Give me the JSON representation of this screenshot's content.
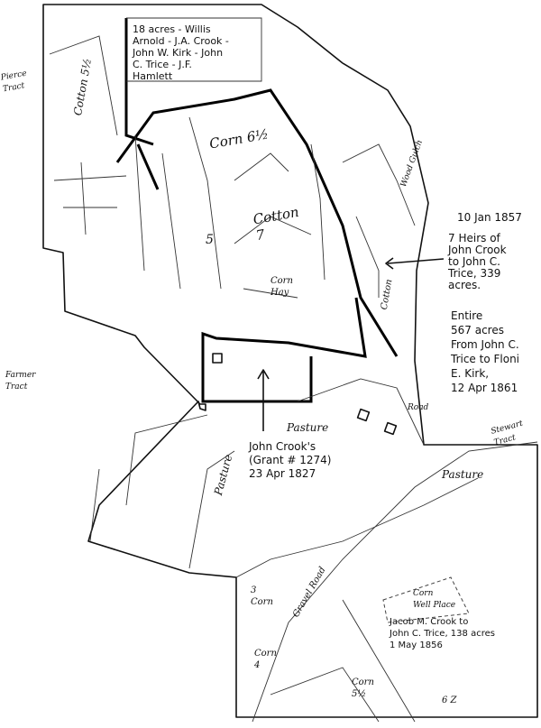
{
  "notes": {
    "box_18_acres": "18 acres - Willis\nArnold - J.A. Crook -\nJohn W. Kirk - John\nC. Trice - J.F.\nHamlett",
    "date_1857": "10 Jan 1857",
    "heirs_deed": "7 Heirs of\nJohn Crook\nto John C.\nTrice, 339\nacres.",
    "entire_deed": "Entire\n567 acres\nFrom John C.\nTrice to Floni\nE. Kirk,\n12 Apr 1861",
    "grant": "John Crook's\n(Grant # 1274)\n23 Apr 1827",
    "jacob_deed": "Jacob M. Crook to\nJohn C. Trice, 138 acres\n1 May 1856"
  },
  "tracts": {
    "pierce": "Pierce\nTract",
    "farmer": "Farmer\nTract",
    "stewart": "Stewart\nTract"
  },
  "fields": {
    "corn_6": "Corn 6½",
    "cotton_7": "Cotton\n7",
    "five": "5",
    "cotton_5": "Cotton 5½",
    "pasture_1": "Pasture",
    "pasture_2": "Pasture",
    "pasture_3": "Pasture",
    "corn_hay": "Corn\nHay",
    "cotton_r": "Cotton",
    "corn_3": "3\nCorn",
    "corn_4": "Corn\n4",
    "corn_well": "Corn\nWell Place",
    "corn_bottom": "Corn\n5½",
    "six": "6 Z",
    "road": "Road",
    "gravel_road": "Gravel Road",
    "wood_gulch": "Wood Gulch"
  }
}
